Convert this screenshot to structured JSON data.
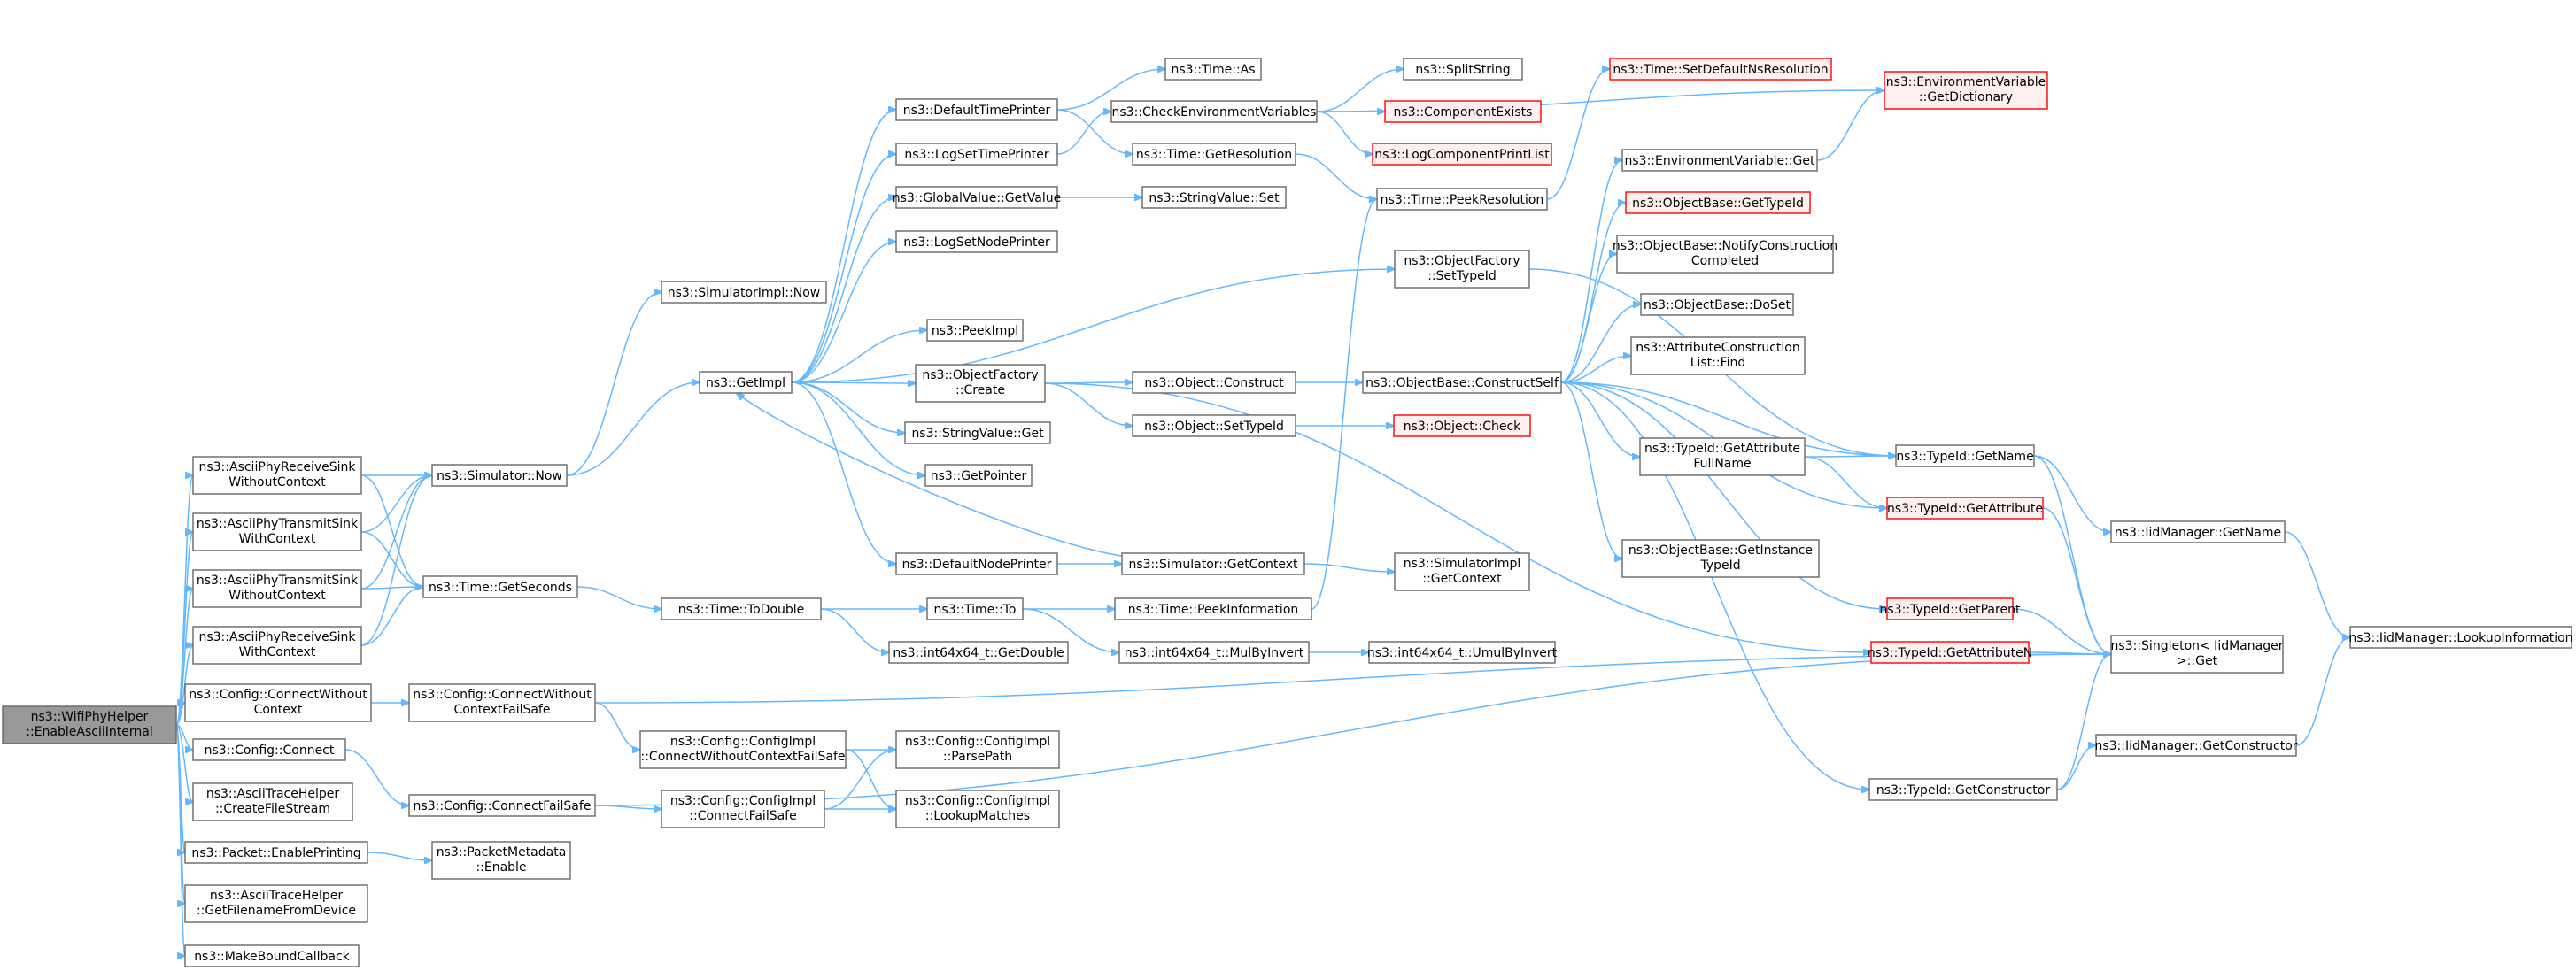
{
  "colors": {
    "edge": "#63b8ff",
    "node_border": "#666666",
    "root_fill": "#999999",
    "missing_border": "#ff0000",
    "missing_fill": "#fff0f0"
  },
  "nodes": {
    "root": [
      "ns3::WifiPhyHelper",
      "::EnableAsciiInternal"
    ],
    "ascii_rx_wo": [
      "ns3::AsciiPhyReceiveSink",
      "WithoutContext"
    ],
    "ascii_tx_w": [
      "ns3::AsciiPhyTransmitSink",
      "WithContext"
    ],
    "ascii_tx_wo": [
      "ns3::AsciiPhyTransmitSink",
      "WithoutContext"
    ],
    "ascii_rx_w": [
      "ns3::AsciiPhyReceiveSink",
      "WithContext"
    ],
    "cfg_connect_wo": [
      "ns3::Config::ConnectWithout",
      "Context"
    ],
    "cfg_connect": [
      "ns3::Config::Connect"
    ],
    "ath_create": [
      "ns3::AsciiTraceHelper",
      "::CreateFileStream"
    ],
    "packet_enable": [
      "ns3::Packet::EnablePrinting"
    ],
    "ath_getfn": [
      "ns3::AsciiTraceHelper",
      "::GetFilenameFromDevice"
    ],
    "make_bound": [
      "ns3::MakeBoundCallback"
    ],
    "sim_now": [
      "ns3::Simulator::Now"
    ],
    "time_getsec": [
      "ns3::Time::GetSeconds"
    ],
    "cfg_cwcfs": [
      "ns3::Config::ConnectWithout",
      "ContextFailSafe"
    ],
    "cfg_cfs": [
      "ns3::Config::ConnectFailSafe"
    ],
    "pm_enable": [
      "ns3::PacketMetadata",
      "::Enable"
    ],
    "simimpl_now": [
      "ns3::SimulatorImpl::Now"
    ],
    "getimpl": [
      "ns3::GetImpl"
    ],
    "time_todouble": [
      "ns3::Time::ToDouble"
    ],
    "ci_cwcfs": [
      "ns3::Config::ConfigImpl",
      "::ConnectWithoutContextFailSafe"
    ],
    "ci_cfs": [
      "ns3::Config::ConfigImpl",
      "::ConnectFailSafe"
    ],
    "dtp": [
      "ns3::DefaultTimePrinter"
    ],
    "lstp": [
      "ns3::LogSetTimePrinter"
    ],
    "gv_get": [
      "ns3::GlobalValue::GetValue"
    ],
    "lsnp": [
      "ns3::LogSetNodePrinter"
    ],
    "peekimpl": [
      "ns3::PeekImpl"
    ],
    "of_create": [
      "ns3::ObjectFactory",
      "::Create"
    ],
    "sv_get": [
      "ns3::StringValue::Get"
    ],
    "getpointer": [
      "ns3::GetPointer"
    ],
    "dnp": [
      "ns3::DefaultNodePrinter"
    ],
    "time_to": [
      "ns3::Time::To"
    ],
    "i64_getdouble": [
      "ns3::int64x64_t::GetDouble"
    ],
    "ci_parse": [
      "ns3::Config::ConfigImpl",
      "::ParsePath"
    ],
    "ci_lookup": [
      "ns3::Config::ConfigImpl",
      "::LookupMatches"
    ],
    "time_as": [
      "ns3::Time::As"
    ],
    "cev": [
      "ns3::CheckEnvironmentVariables"
    ],
    "time_getres": [
      "ns3::Time::GetResolution"
    ],
    "sv_set": [
      "ns3::StringValue::Set"
    ],
    "obj_construct": [
      "ns3::Object::Construct"
    ],
    "obj_settid": [
      "ns3::Object::SetTypeId"
    ],
    "sim_getctx": [
      "ns3::Simulator::GetContext"
    ],
    "time_peekinfo": [
      "ns3::Time::PeekInformation"
    ],
    "i64_mulbyinv": [
      "ns3::int64x64_t::MulByInvert"
    ],
    "splitstring": [
      "ns3::SplitString"
    ],
    "compexists": [
      "ns3::ComponentExists"
    ],
    "logcpl": [
      "ns3::LogComponentPrintList"
    ],
    "time_peekres": [
      "ns3::Time::PeekResolution"
    ],
    "of_settid": [
      "ns3::ObjectFactory",
      "::SetTypeId"
    ],
    "ob_cs": [
      "ns3::ObjectBase::ConstructSelf"
    ],
    "obj_check": [
      "ns3::Object::Check"
    ],
    "simimpl_getctx": [
      "ns3::SimulatorImpl",
      "::GetContext"
    ],
    "i64_umul": [
      "ns3::int64x64_t::UmulByInvert"
    ],
    "time_setdef": [
      "ns3::Time::SetDefaultNsResolution"
    ],
    "ev_get": [
      "ns3::EnvironmentVariable::Get"
    ],
    "ob_gettid": [
      "ns3::ObjectBase::GetTypeId"
    ],
    "ob_notify": [
      "ns3::ObjectBase::NotifyConstruction",
      "Completed"
    ],
    "ob_doset": [
      "ns3::ObjectBase::DoSet"
    ],
    "acl_find": [
      "ns3::AttributeConstruction",
      "List::Find"
    ],
    "tid_getattrfn": [
      "ns3::TypeId::GetAttribute",
      "FullName"
    ],
    "ob_getinst": [
      "ns3::ObjectBase::GetInstance",
      "TypeId"
    ],
    "tid_getparent": [
      "ns3::TypeId::GetParent"
    ],
    "tid_getattrn": [
      "ns3::TypeId::GetAttributeN"
    ],
    "tid_getctor": [
      "ns3::TypeId::GetConstructor"
    ],
    "ev_getdict": [
      "ns3::EnvironmentVariable",
      "::GetDictionary"
    ],
    "tid_getname": [
      "ns3::TypeId::GetName"
    ],
    "tid_getattr": [
      "ns3::TypeId::GetAttribute"
    ],
    "iid_getname": [
      "ns3::IidManager::GetName"
    ],
    "singleton_get": [
      "ns3::Singleton< IidManager",
      " >::Get"
    ],
    "iid_getctor": [
      "ns3::IidManager::GetConstructor"
    ],
    "iid_lookup": [
      "ns3::IidManager::LookupInformation"
    ]
  }
}
